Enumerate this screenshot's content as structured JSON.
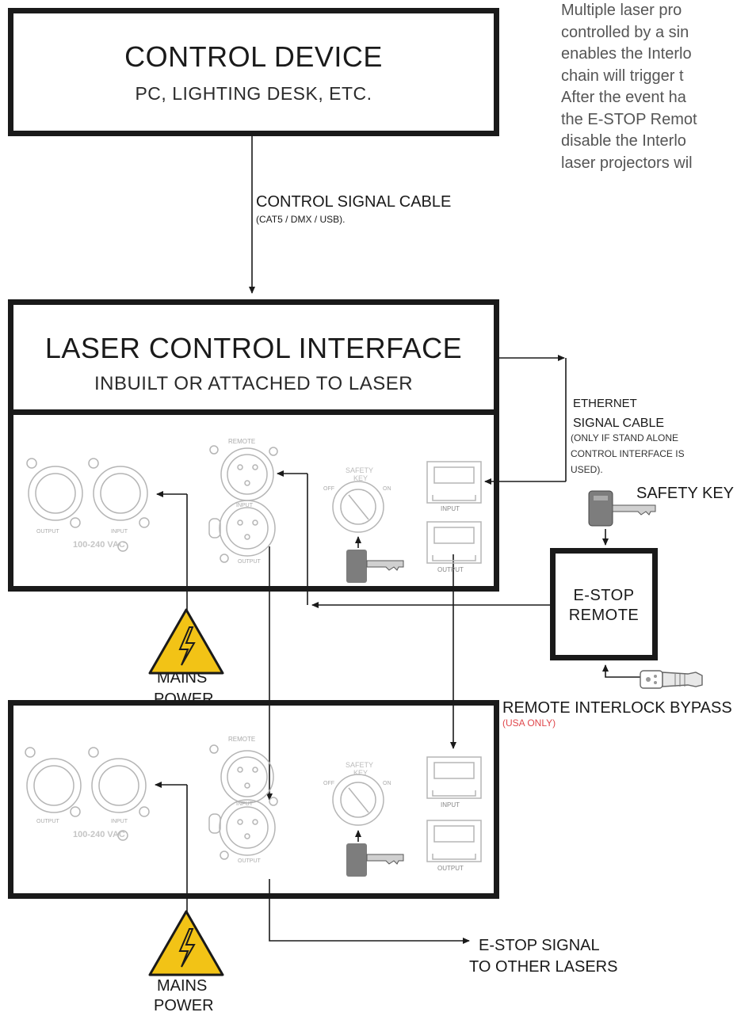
{
  "paragraph": [
    "Multiple laser pro",
    "controlled by a sin",
    "enables the Interlo",
    "chain will trigger t",
    "After the event ha",
    "the E-STOP Remot",
    "disable the Interlo",
    "laser projectors wil"
  ],
  "control_device": {
    "title": "CONTROL DEVICE",
    "subtitle": "PC, LIGHTING DESK, ETC."
  },
  "control_signal_cable": {
    "label": "CONTROL SIGNAL CABLE",
    "sublabel": "(CAT5 / DMX / USB)."
  },
  "laser_control_interface": {
    "title": "LASER CONTROL INTERFACE",
    "subtitle": "INBUILT OR ATTACHED TO LASER"
  },
  "ethernet_cable": {
    "line1": "ETHERNET",
    "line2": "SIGNAL CABLE",
    "note1": "(ONLY IF STAND ALONE",
    "note2": "CONTROL INTERFACE IS",
    "note3": "USED)."
  },
  "safety_key_label": "SAFETY KEY",
  "estop_remote": {
    "line1": "E-STOP",
    "line2": "REMOTE"
  },
  "remote_interlock": {
    "label": "REMOTE INTERLOCK BYPASS",
    "note": "(USA ONLY)"
  },
  "mains_power": {
    "line1": "MAINS",
    "line2": "POWER"
  },
  "estop_signal": {
    "line1": "E-STOP SIGNAL",
    "line2": "TO OTHER LASERS"
  },
  "panel": {
    "output": "OUTPUT",
    "input": "INPUT",
    "voltage": "100-240 VAC",
    "remote": "REMOTE",
    "safety": "SAFETY",
    "key": "KEY",
    "off": "OFF",
    "on": "ON",
    "port_input": "INPUT",
    "port_output": "OUTPUT",
    "xlr_output": "OUTPUT"
  },
  "colors": {
    "line": "#1a1a1a",
    "warning": "#f2c316",
    "note_red": "#e0474c",
    "panel_gray": "#bdbdbd"
  }
}
